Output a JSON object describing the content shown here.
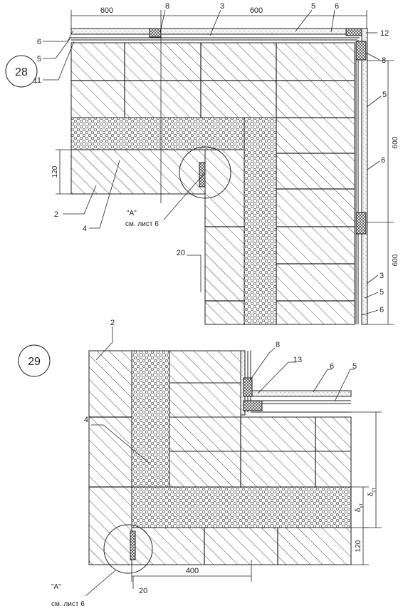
{
  "figures": [
    {
      "number": "28",
      "dimensions": {
        "top_left": "600",
        "top_right": "600",
        "right_upper": "600",
        "right_lower": "600",
        "left": "120"
      },
      "callouts": {
        "c6a": "6",
        "c5a": "5",
        "c11": "11",
        "c8a": "8",
        "c3a": "3",
        "c5b": "5",
        "c6b": "6",
        "c12": "12",
        "c8b": "8",
        "c5c": "5",
        "c6c": "6",
        "c3b": "3",
        "c5d": "5",
        "c6d": "6",
        "c2": "2",
        "c4": "4",
        "c20": "20"
      },
      "detail": {
        "name": "\"А\"",
        "ref": "см. лист 6"
      }
    },
    {
      "number": "29",
      "dimensions": {
        "bottom": "400",
        "right_lower": "120",
        "delta_ut": "δ",
        "delta_ut_sub": "ут",
        "delta_st": "δ",
        "delta_st_sub": "ст"
      },
      "callouts": {
        "c2": "2",
        "c8": "8",
        "c13": "13",
        "c6": "6",
        "c5": "5",
        "c4": "4",
        "c20": "20"
      },
      "detail": {
        "name": "\"А\"",
        "ref": "см. лист 6"
      }
    }
  ],
  "colors": {
    "ink": "#222222",
    "paper": "#ffffff",
    "insulation_fill": "#f4f4f4"
  }
}
